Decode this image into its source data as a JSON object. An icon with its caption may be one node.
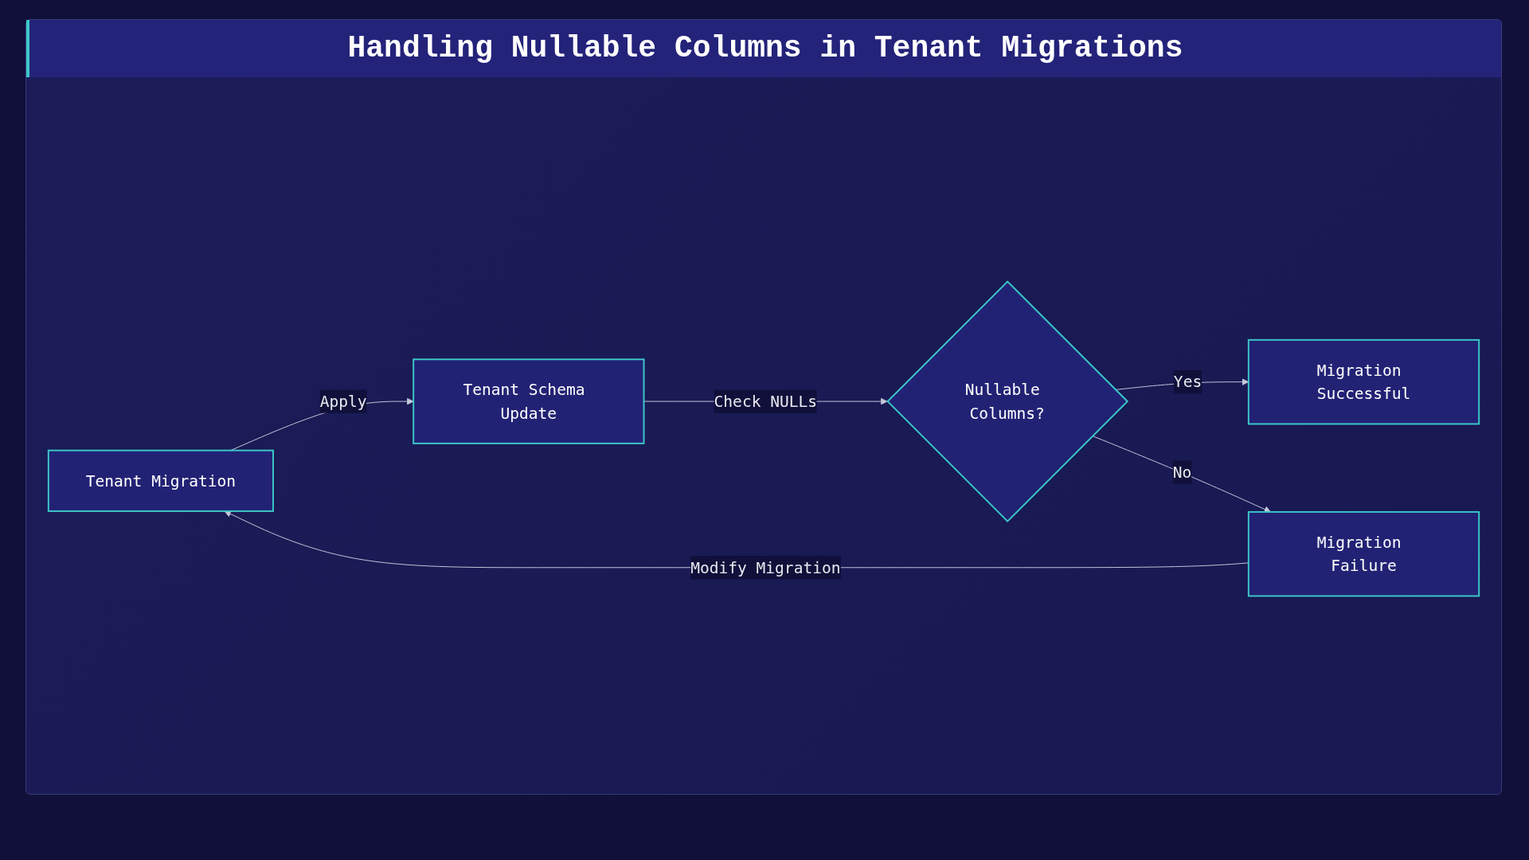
{
  "diagram": {
    "title": "Handling Nullable Columns in Tenant Migrations",
    "nodes": [
      {
        "text": [
          "Tenant Migration"
        ]
      },
      {
        "text": [
          "Tenant Schema Update"
        ]
      },
      {
        "text": [
          "Nullable Columns?"
        ]
      },
      {
        "text": [
          "Migration Successful"
        ]
      },
      {
        "text": [
          "Migration Failure"
        ]
      }
    ],
    "edges": [
      {
        "from": 0,
        "to": 1,
        "arrow": "to",
        "label": "Apply"
      },
      {
        "from": 1,
        "to": 2,
        "arrow": "to",
        "label": "Check NULLs"
      },
      {
        "from": 2,
        "to": 3,
        "arrow": "to",
        "label": "Yes"
      },
      {
        "from": 2,
        "to": 4,
        "arrow": "to",
        "label": "No"
      },
      {
        "from": 4,
        "to": 0,
        "arrow": "to",
        "label": "Modify Migration"
      }
    ]
  }
}
